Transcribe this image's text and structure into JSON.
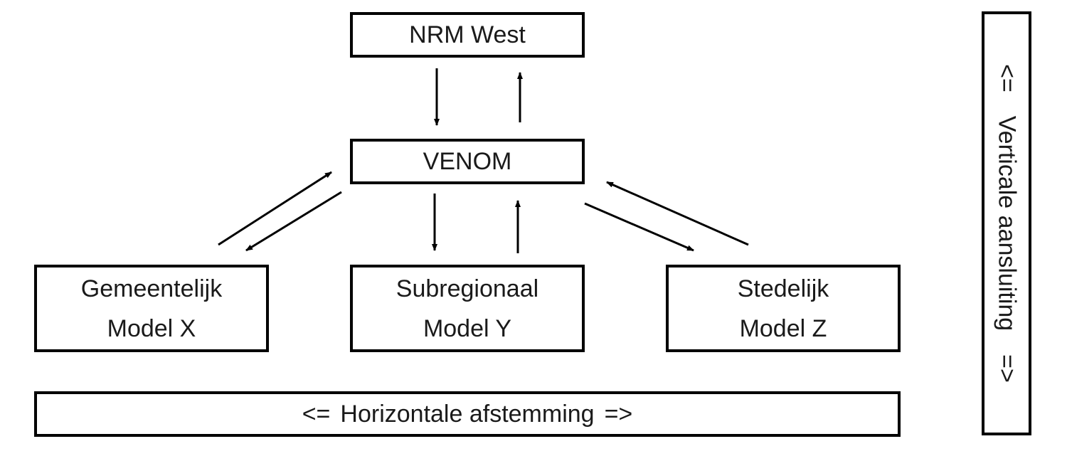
{
  "nodes": {
    "nrm_west": {
      "label": "NRM West"
    },
    "venom": {
      "label": "VENOM"
    },
    "model_x": {
      "line1": "Gemeentelijk",
      "line2": "Model X"
    },
    "model_y": {
      "line1": "Subregionaal",
      "line2": "Model Y"
    },
    "model_z": {
      "line1": "Stedelijk",
      "line2": "Model Z"
    }
  },
  "horizontal_bar": {
    "left": "<=",
    "label": "Horizontale afstemming",
    "right": "=>"
  },
  "vertical_bar": {
    "left": "<=",
    "label": "Verticale aansluiting",
    "right": "=>"
  }
}
